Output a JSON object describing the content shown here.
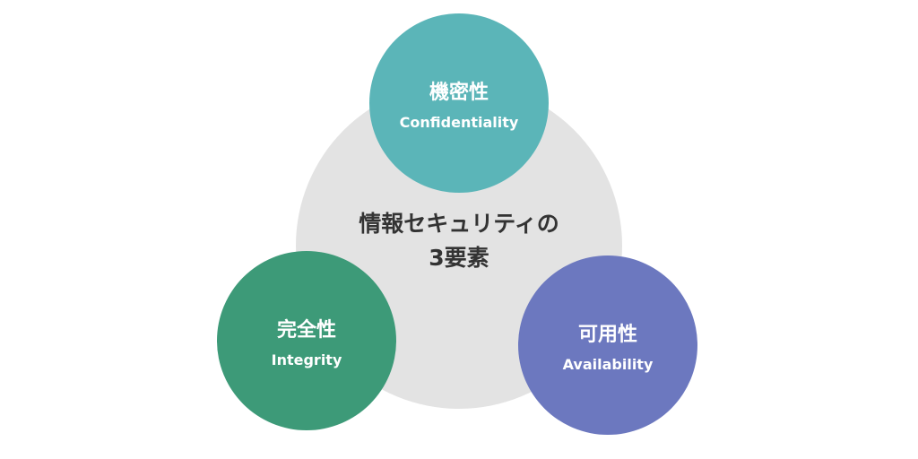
{
  "title": {
    "line1": "情報セキュリティの",
    "line2": "3要素"
  },
  "elements": [
    {
      "jp": "機密性",
      "en": "Confidentiality",
      "color": "#5bb5b8"
    },
    {
      "jp": "完全性",
      "en": "Integrity",
      "color": "#3d9a78"
    },
    {
      "jp": "可用性",
      "en": "Availability",
      "color": "#6c78bf"
    }
  ],
  "colors": {
    "center": "#e3e3e3",
    "text": "#333333"
  }
}
